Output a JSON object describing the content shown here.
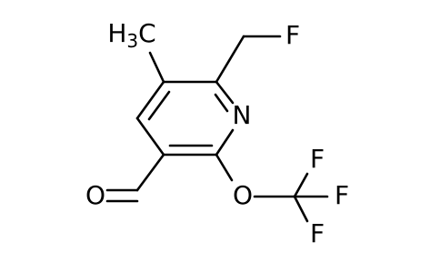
{
  "molecule": {
    "atoms": {
      "methyl_group": {
        "symbol": "H",
        "subscript": "3",
        "tail": "C"
      },
      "fluoromethyl_F": {
        "symbol": "F"
      },
      "ring_N": {
        "symbol": "N"
      },
      "aldehyde_O": {
        "symbol": "O"
      },
      "ether_O": {
        "symbol": "O"
      },
      "cf3_F_top": {
        "symbol": "F"
      },
      "cf3_F_right": {
        "symbol": "F"
      },
      "cf3_F_bottom": {
        "symbol": "F"
      }
    },
    "colors": {
      "bond": "#000000",
      "label": "#000000",
      "background": "#ffffff"
    }
  }
}
